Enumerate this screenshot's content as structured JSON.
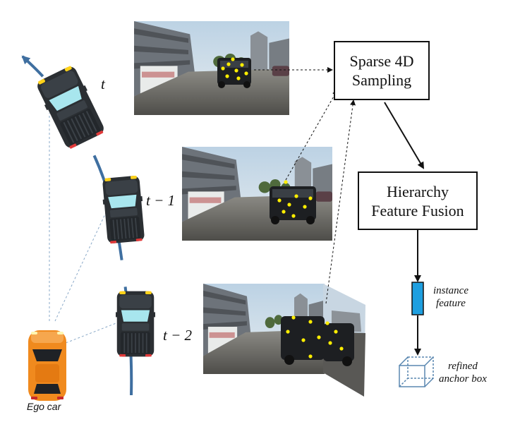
{
  "labels": {
    "t": "t",
    "t_minus_1": "t − 1",
    "t_minus_2": "t − 2",
    "ego_car": "Ego car",
    "instance_feature_line1": "instance",
    "instance_feature_line2": "feature",
    "refined_line1": "refined",
    "refined_line2": "anchor box"
  },
  "boxes": {
    "sparse_line1": "Sparse 4D",
    "sparse_line2": "Sampling",
    "hierarchy_line1": "Hierarchy",
    "hierarchy_line2": "Feature Fusion"
  },
  "colors": {
    "trajectory": "#3f6fa0",
    "ego_car": "#f08a1e",
    "truck_body": "#2b2f33",
    "windshield": "#a8e6ee",
    "instance_feature": "#1e9fe0",
    "anchor_box": "#5a87b0",
    "sample_point": "#ffee00"
  },
  "icons": [
    "arrow-icon",
    "truck-icon",
    "ego-car-icon",
    "camera-image",
    "anchor-box-icon"
  ]
}
